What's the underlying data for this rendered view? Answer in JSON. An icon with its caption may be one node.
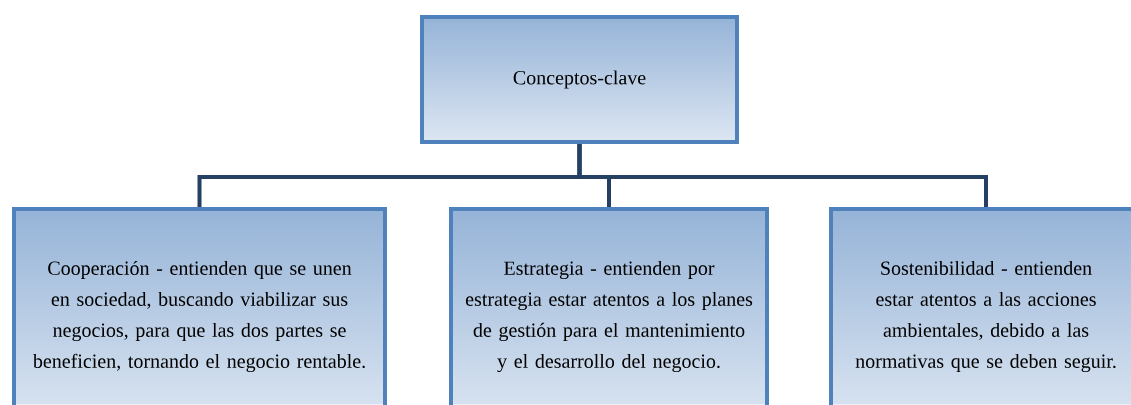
{
  "diagram": {
    "nodes": [
      {
        "text": [
          "Conceptos-clave"
        ]
      },
      {
        "text": [
          "Cooperación - entienden que se unen en sociedad, buscando viabilizar sus negocios, para que las dos partes se beneficien, tornando el negocio rentable."
        ]
      },
      {
        "text": [
          "Estrategia - entienden por estrategia estar atentos a los planes de gestión para el mantenimiento y el desarrollo del negocio."
        ]
      },
      {
        "text": [
          "Sostenibilidad - entienden estar atentos a las acciones ambientales, debido a las normativas que se deben seguir."
        ]
      }
    ],
    "edges": [
      {
        "from": 0,
        "to": 1,
        "arrow": "none"
      },
      {
        "from": 0,
        "to": 2,
        "arrow": "none"
      },
      {
        "from": 0,
        "to": 3,
        "arrow": "none"
      }
    ]
  }
}
